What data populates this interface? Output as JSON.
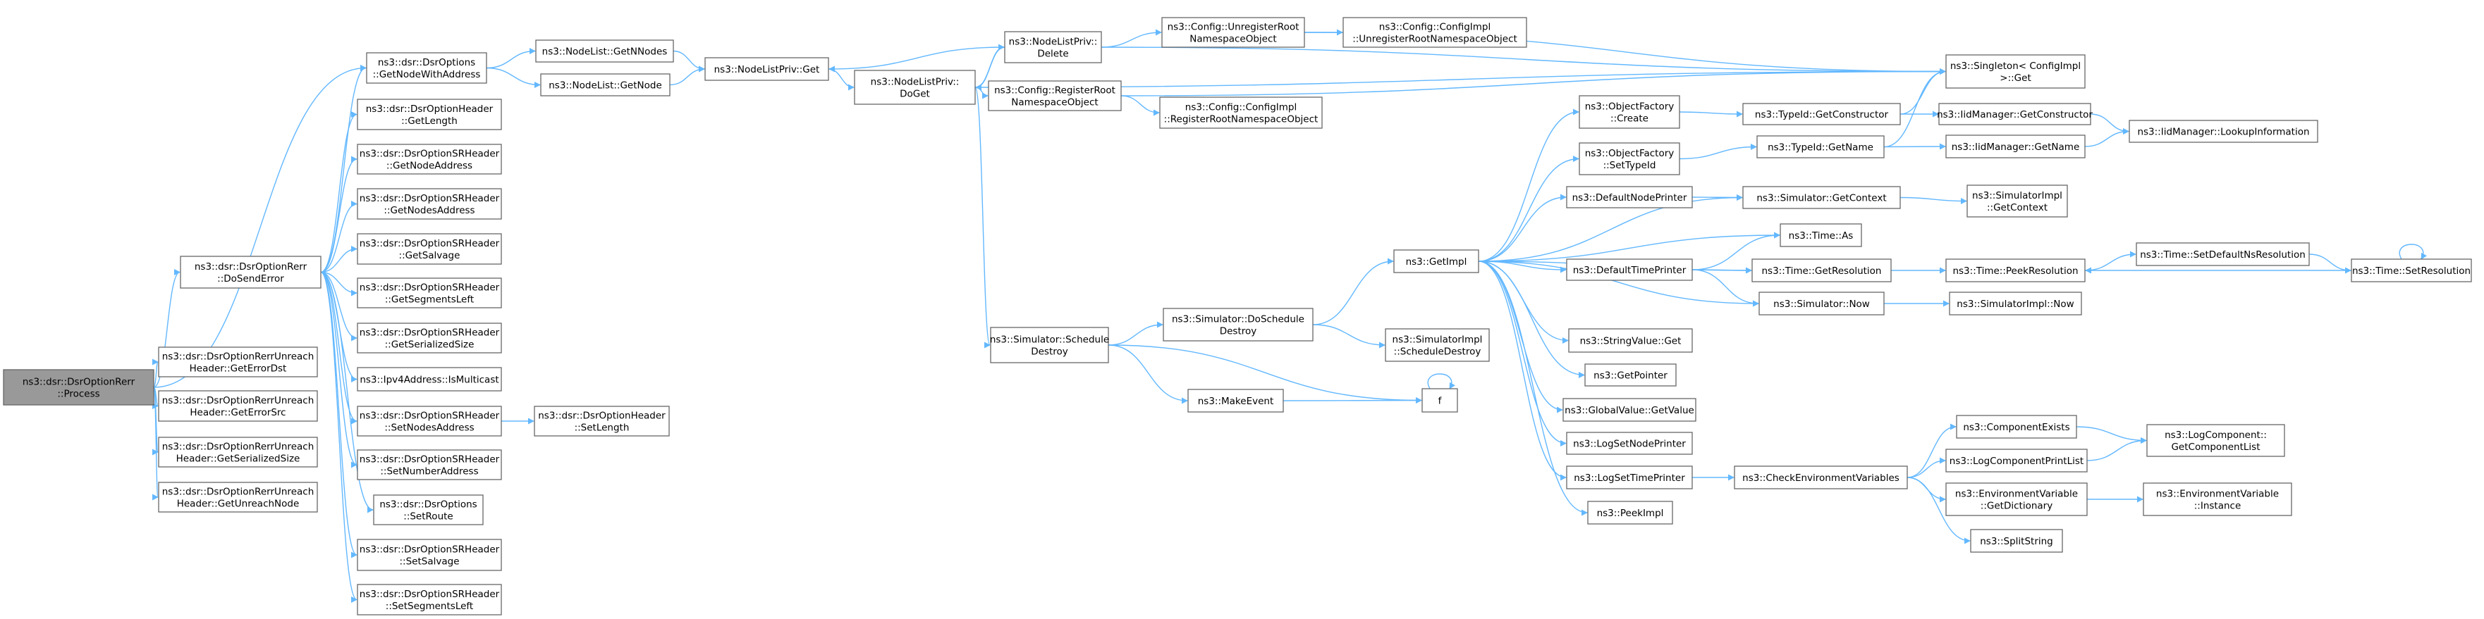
{
  "diagram": {
    "nodes": [
      {
        "id": "process",
        "lines": [
          "ns3::dsr::DsrOptionRerr",
          "::Process"
        ],
        "root": true
      },
      {
        "id": "dosenderror",
        "lines": [
          "ns3::dsr::DsrOptionRerr",
          "::DoSendError"
        ]
      },
      {
        "id": "unreach_errordst",
        "lines": [
          "ns3::dsr::DsrOptionRerrUnreach",
          "Header::GetErrorDst"
        ]
      },
      {
        "id": "unreach_errorsrc",
        "lines": [
          "ns3::dsr::DsrOptionRerrUnreach",
          "Header::GetErrorSrc"
        ]
      },
      {
        "id": "unreach_sersize",
        "lines": [
          "ns3::dsr::DsrOptionRerrUnreach",
          "Header::GetSerializedSize"
        ]
      },
      {
        "id": "unreach_node",
        "lines": [
          "ns3::dsr::DsrOptionRerrUnreach",
          "Header::GetUnreachNode"
        ]
      },
      {
        "id": "getnodewithaddress",
        "lines": [
          "ns3::dsr::DsrOptions",
          "::GetNodeWithAddress"
        ]
      },
      {
        "id": "hdr_getlength",
        "lines": [
          "ns3::dsr::DsrOptionHeader",
          "::GetLength"
        ]
      },
      {
        "id": "sr_getnodeaddress",
        "lines": [
          "ns3::dsr::DsrOptionSRHeader",
          "::GetNodeAddress"
        ]
      },
      {
        "id": "sr_getnodesaddress",
        "lines": [
          "ns3::dsr::DsrOptionSRHeader",
          "::GetNodesAddress"
        ]
      },
      {
        "id": "sr_getsalvage",
        "lines": [
          "ns3::dsr::DsrOptionSRHeader",
          "::GetSalvage"
        ]
      },
      {
        "id": "sr_getsegmentsleft",
        "lines": [
          "ns3::dsr::DsrOptionSRHeader",
          "::GetSegmentsLeft"
        ]
      },
      {
        "id": "sr_getsersize",
        "lines": [
          "ns3::dsr::DsrOptionSRHeader",
          "::GetSerializedSize"
        ]
      },
      {
        "id": "ipv4_ismulticast",
        "lines": [
          "ns3::Ipv4Address::IsMulticast"
        ]
      },
      {
        "id": "sr_setnodesaddress",
        "lines": [
          "ns3::dsr::DsrOptionSRHeader",
          "::SetNodesAddress"
        ]
      },
      {
        "id": "hdr_setlength",
        "lines": [
          "ns3::dsr::DsrOptionHeader",
          "::SetLength"
        ]
      },
      {
        "id": "sr_setnumberaddress",
        "lines": [
          "ns3::dsr::DsrOptionSRHeader",
          "::SetNumberAddress"
        ]
      },
      {
        "id": "opt_setroute",
        "lines": [
          "ns3::dsr::DsrOptions",
          "::SetRoute"
        ]
      },
      {
        "id": "sr_setsalvage",
        "lines": [
          "ns3::dsr::DsrOptionSRHeader",
          "::SetSalvage"
        ]
      },
      {
        "id": "sr_setsegmentsleft",
        "lines": [
          "ns3::dsr::DsrOptionSRHeader",
          "::SetSegmentsLeft"
        ]
      },
      {
        "id": "nodelist_getnnodes",
        "lines": [
          "ns3::NodeList::GetNNodes"
        ]
      },
      {
        "id": "nodelist_getnode",
        "lines": [
          "ns3::NodeList::GetNode"
        ]
      },
      {
        "id": "nlp_get",
        "lines": [
          "ns3::NodeListPriv::Get"
        ]
      },
      {
        "id": "nlp_delete",
        "lines": [
          "ns3::NodeListPriv::",
          "Delete"
        ]
      },
      {
        "id": "nlp_doget",
        "lines": [
          "ns3::NodeListPriv::",
          "DoGet"
        ]
      },
      {
        "id": "cfg_unregister",
        "lines": [
          "ns3::Config::UnregisterRoot",
          "NamespaceObject"
        ]
      },
      {
        "id": "cfgimpl_unregister",
        "lines": [
          "ns3::Config::ConfigImpl",
          "::UnregisterRootNamespaceObject"
        ]
      },
      {
        "id": "cfg_register",
        "lines": [
          "ns3::Config::RegisterRoot",
          "NamespaceObject"
        ]
      },
      {
        "id": "cfgimpl_register",
        "lines": [
          "ns3::Config::ConfigImpl",
          "::RegisterRootNamespaceObject"
        ]
      },
      {
        "id": "singleton_get",
        "lines": [
          "ns3::Singleton< ConfigImpl",
          ">::Get"
        ]
      },
      {
        "id": "sim_scheduledestroy",
        "lines": [
          "ns3::Simulator::Schedule",
          "Destroy"
        ]
      },
      {
        "id": "sim_doscheduledestroy",
        "lines": [
          "ns3::Simulator::DoSchedule",
          "Destroy"
        ]
      },
      {
        "id": "makeevent",
        "lines": [
          "ns3::MakeEvent"
        ]
      },
      {
        "id": "f",
        "lines": [
          "f"
        ]
      },
      {
        "id": "getimpl",
        "lines": [
          "ns3::GetImpl"
        ]
      },
      {
        "id": "simimpl_scheduledestroy",
        "lines": [
          "ns3::SimulatorImpl",
          "::ScheduleDestroy"
        ]
      },
      {
        "id": "of_create",
        "lines": [
          "ns3::ObjectFactory",
          "::Create"
        ]
      },
      {
        "id": "of_settypeid",
        "lines": [
          "ns3::ObjectFactory",
          "::SetTypeId"
        ]
      },
      {
        "id": "defaultnodeprinter",
        "lines": [
          "ns3::DefaultNodePrinter"
        ]
      },
      {
        "id": "defaulttimeprinter",
        "lines": [
          "ns3::DefaultTimePrinter"
        ]
      },
      {
        "id": "stringvalue_get",
        "lines": [
          "ns3::StringValue::Get"
        ]
      },
      {
        "id": "getpointer",
        "lines": [
          "ns3::GetPointer"
        ]
      },
      {
        "id": "globalvalue_getvalue",
        "lines": [
          "ns3::GlobalValue::GetValue"
        ]
      },
      {
        "id": "logsetnodeprinter",
        "lines": [
          "ns3::LogSetNodePrinter"
        ]
      },
      {
        "id": "logsettimeprinter",
        "lines": [
          "ns3::LogSetTimePrinter"
        ]
      },
      {
        "id": "peekimpl",
        "lines": [
          "ns3::PeekImpl"
        ]
      },
      {
        "id": "typeid_getconstructor",
        "lines": [
          "ns3::TypeId::GetConstructor"
        ]
      },
      {
        "id": "typeid_getname",
        "lines": [
          "ns3::TypeId::GetName"
        ]
      },
      {
        "id": "iid_getconstructor",
        "lines": [
          "ns3::IidManager::GetConstructor"
        ]
      },
      {
        "id": "iid_getname",
        "lines": [
          "ns3::IidManager::GetName"
        ]
      },
      {
        "id": "iid_lookup",
        "lines": [
          "ns3::IidManager::LookupInformation"
        ]
      },
      {
        "id": "sim_getcontext",
        "lines": [
          "ns3::Simulator::GetContext"
        ]
      },
      {
        "id": "simimpl_getcontext",
        "lines": [
          "ns3::SimulatorImpl",
          "::GetContext"
        ]
      },
      {
        "id": "time_as",
        "lines": [
          "ns3::Time::As"
        ]
      },
      {
        "id": "time_getresolution",
        "lines": [
          "ns3::Time::GetResolution"
        ]
      },
      {
        "id": "sim_now",
        "lines": [
          "ns3::Simulator::Now"
        ]
      },
      {
        "id": "time_peekresolution",
        "lines": [
          "ns3::Time::PeekResolution"
        ]
      },
      {
        "id": "simimpl_now",
        "lines": [
          "ns3::SimulatorImpl::Now"
        ]
      },
      {
        "id": "time_setdefaultns",
        "lines": [
          "ns3::Time::SetDefaultNsResolution"
        ]
      },
      {
        "id": "time_setresolution",
        "lines": [
          "ns3::Time::SetResolution"
        ]
      },
      {
        "id": "checkenvvars",
        "lines": [
          "ns3::CheckEnvironmentVariables"
        ]
      },
      {
        "id": "componentexists",
        "lines": [
          "ns3::ComponentExists"
        ]
      },
      {
        "id": "logcomponentprintlist",
        "lines": [
          "ns3::LogComponentPrintList"
        ]
      },
      {
        "id": "envvar_getdictionary",
        "lines": [
          "ns3::EnvironmentVariable",
          "::GetDictionary"
        ]
      },
      {
        "id": "splitstring",
        "lines": [
          "ns3::SplitString"
        ]
      },
      {
        "id": "logcomponent_getlist",
        "lines": [
          "ns3::LogComponent::",
          "GetComponentList"
        ]
      },
      {
        "id": "envvar_instance",
        "lines": [
          "ns3::EnvironmentVariable",
          "::Instance"
        ]
      }
    ],
    "edges": [
      [
        "process",
        "dosenderror"
      ],
      [
        "process",
        "unreach_errordst"
      ],
      [
        "process",
        "unreach_errorsrc"
      ],
      [
        "process",
        "unreach_sersize"
      ],
      [
        "process",
        "unreach_node"
      ],
      [
        "process",
        "getnodewithaddress"
      ],
      [
        "dosenderror",
        "getnodewithaddress"
      ],
      [
        "dosenderror",
        "hdr_getlength"
      ],
      [
        "dosenderror",
        "sr_getnodeaddress"
      ],
      [
        "dosenderror",
        "sr_getnodesaddress"
      ],
      [
        "dosenderror",
        "sr_getsalvage"
      ],
      [
        "dosenderror",
        "sr_getsegmentsleft"
      ],
      [
        "dosenderror",
        "sr_getsersize"
      ],
      [
        "dosenderror",
        "ipv4_ismulticast"
      ],
      [
        "dosenderror",
        "sr_setnodesaddress"
      ],
      [
        "dosenderror",
        "sr_setnumberaddress"
      ],
      [
        "dosenderror",
        "opt_setroute"
      ],
      [
        "dosenderror",
        "sr_setsalvage"
      ],
      [
        "dosenderror",
        "sr_setsegmentsleft"
      ],
      [
        "sr_setnodesaddress",
        "hdr_setlength"
      ],
      [
        "getnodewithaddress",
        "nodelist_getnnodes"
      ],
      [
        "getnodewithaddress",
        "nodelist_getnode"
      ],
      [
        "nodelist_getnnodes",
        "nlp_get"
      ],
      [
        "nodelist_getnode",
        "nlp_get"
      ],
      [
        "nlp_get",
        "nlp_doget"
      ],
      [
        "nlp_doget",
        "nlp_delete"
      ],
      [
        "nlp_delete",
        "nlp_doget"
      ],
      [
        "nlp_delete",
        "nlp_get"
      ],
      [
        "nlp_delete",
        "cfg_unregister"
      ],
      [
        "nlp_delete",
        "singleton_get"
      ],
      [
        "cfg_unregister",
        "cfgimpl_unregister"
      ],
      [
        "cfg_unregister",
        "singleton_get"
      ],
      [
        "nlp_doget",
        "cfg_register"
      ],
      [
        "nlp_doget",
        "singleton_get"
      ],
      [
        "nlp_doget",
        "sim_scheduledestroy"
      ],
      [
        "cfg_register",
        "cfgimpl_register"
      ],
      [
        "cfg_register",
        "singleton_get"
      ],
      [
        "sim_scheduledestroy",
        "sim_doscheduledestroy"
      ],
      [
        "sim_scheduledestroy",
        "makeevent"
      ],
      [
        "sim_scheduledestroy",
        "f"
      ],
      [
        "sim_doscheduledestroy",
        "getimpl"
      ],
      [
        "sim_doscheduledestroy",
        "simimpl_scheduledestroy"
      ],
      [
        "makeevent",
        "f"
      ],
      [
        "f",
        "f"
      ],
      [
        "getimpl",
        "of_create"
      ],
      [
        "getimpl",
        "of_settypeid"
      ],
      [
        "getimpl",
        "defaultnodeprinter"
      ],
      [
        "getimpl",
        "defaulttimeprinter"
      ],
      [
        "getimpl",
        "sim_getcontext"
      ],
      [
        "getimpl",
        "sim_now"
      ],
      [
        "getimpl",
        "time_as"
      ],
      [
        "getimpl",
        "time_getresolution"
      ],
      [
        "getimpl",
        "stringvalue_get"
      ],
      [
        "getimpl",
        "getpointer"
      ],
      [
        "getimpl",
        "globalvalue_getvalue"
      ],
      [
        "getimpl",
        "logsetnodeprinter"
      ],
      [
        "getimpl",
        "logsettimeprinter"
      ],
      [
        "getimpl",
        "peekimpl"
      ],
      [
        "of_create",
        "typeid_getconstructor"
      ],
      [
        "of_settypeid",
        "typeid_getname"
      ],
      [
        "typeid_getconstructor",
        "singleton_get"
      ],
      [
        "typeid_getconstructor",
        "iid_getconstructor"
      ],
      [
        "typeid_getname",
        "singleton_get"
      ],
      [
        "typeid_getname",
        "iid_getname"
      ],
      [
        "iid_getconstructor",
        "iid_lookup"
      ],
      [
        "iid_getname",
        "iid_lookup"
      ],
      [
        "defaultnodeprinter",
        "sim_getcontext"
      ],
      [
        "sim_getcontext",
        "simimpl_getcontext"
      ],
      [
        "defaulttimeprinter",
        "time_as"
      ],
      [
        "defaulttimeprinter",
        "time_getresolution"
      ],
      [
        "defaulttimeprinter",
        "sim_now"
      ],
      [
        "time_getresolution",
        "time_peekresolution"
      ],
      [
        "sim_now",
        "simimpl_now"
      ],
      [
        "time_peekresolution",
        "time_setdefaultns"
      ],
      [
        "time_setdefaultns",
        "time_setresolution"
      ],
      [
        "time_setresolution",
        "time_peekresolution"
      ],
      [
        "time_setresolution",
        "time_setresolution"
      ],
      [
        "logsettimeprinter",
        "checkenvvars"
      ],
      [
        "checkenvvars",
        "componentexists"
      ],
      [
        "checkenvvars",
        "logcomponentprintlist"
      ],
      [
        "checkenvvars",
        "envvar_getdictionary"
      ],
      [
        "checkenvvars",
        "splitstring"
      ],
      [
        "componentexists",
        "logcomponent_getlist"
      ],
      [
        "logcomponentprintlist",
        "logcomponent_getlist"
      ],
      [
        "envvar_getdictionary",
        "envvar_instance"
      ]
    ]
  }
}
